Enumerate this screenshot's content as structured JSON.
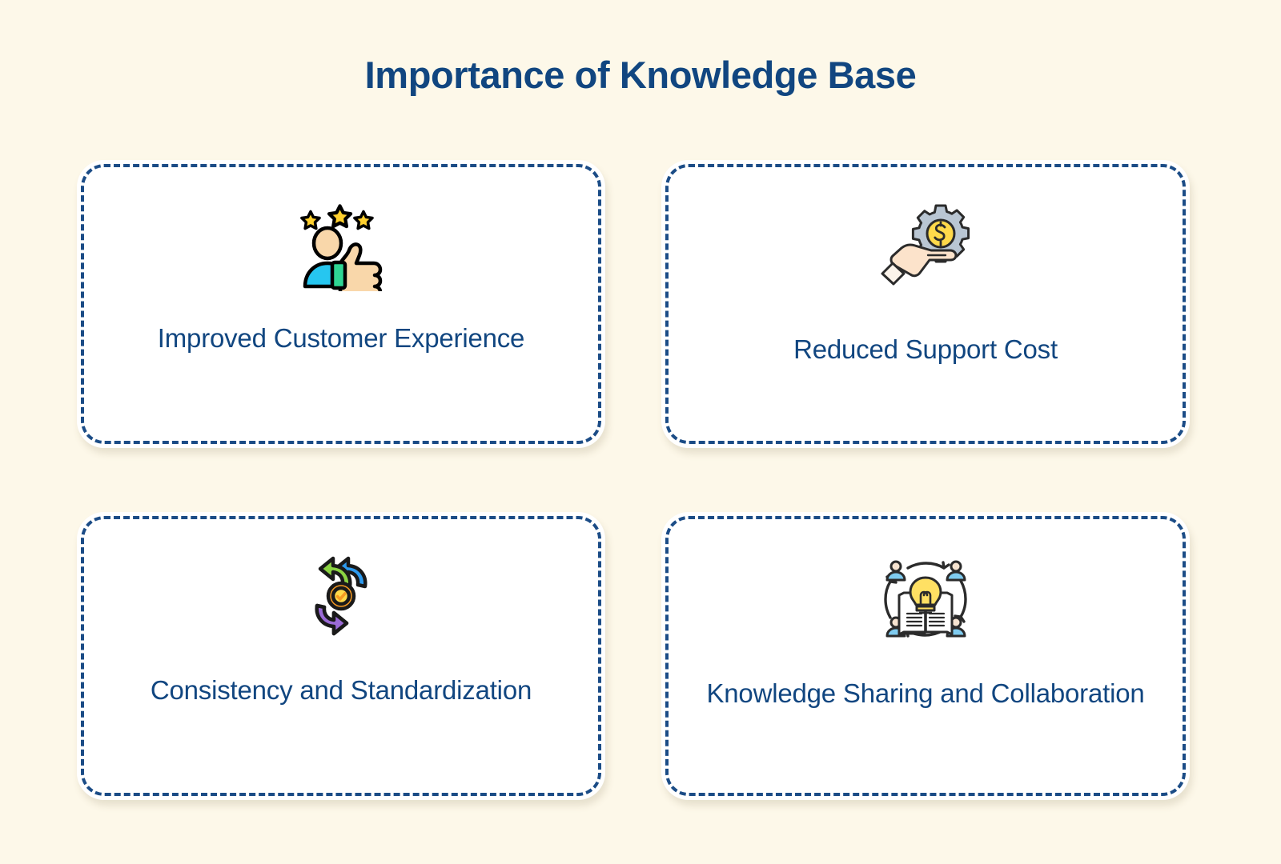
{
  "page": {
    "background_color": "#FDF8E9",
    "title": "Importance of Knowledge Base",
    "title_color": "#114680",
    "card_background": "#FFFFFF",
    "card_border_color": "#1B4C86",
    "text_color": "#114680"
  },
  "cards": [
    {
      "id": "improved-customer-experience",
      "label": "Improved Customer Experience",
      "icon_name": "customer-rating-thumbs-up-icon",
      "icon_colors": {
        "star": "#FFD02E",
        "shirt": "#26C6F0",
        "skin": "#F9D7AA",
        "wristband": "#2FD694",
        "outline": "#000000"
      }
    },
    {
      "id": "reduced-support-cost",
      "label": "Reduced Support Cost",
      "icon_name": "hand-holding-gear-dollar-icon",
      "icon_colors": {
        "gear": "#B9C6D3",
        "coin": "#FFD94A",
        "skin": "#FCE3CB",
        "cuff": "#FBF3EA",
        "outline": "#2B2B2B"
      }
    },
    {
      "id": "consistency-and-standardization",
      "label": "Consistency and Standardization",
      "icon_name": "cycle-arrows-check-badge-icon",
      "icon_colors": {
        "arrow_top": "#2D9BF0",
        "arrow_left": "#9B6BD6",
        "arrow_bottom": "#F0475F",
        "arrow_right": "#8BD442",
        "badge_ring": "#F59A23",
        "badge_fill": "#FFD94A",
        "outline": "#1A1A1A"
      }
    },
    {
      "id": "knowledge-sharing-and-collaboration",
      "label": "Knowledge Sharing and Collaboration",
      "icon_name": "people-book-lightbulb-sharing-icon",
      "icon_colors": {
        "person_body": "#7FCBEF",
        "person_head": "#F6E3D0",
        "bulb": "#FFE063",
        "book": "#2B2B2B",
        "pages": "#FFFFFF",
        "outline": "#2B2B2B"
      }
    }
  ]
}
